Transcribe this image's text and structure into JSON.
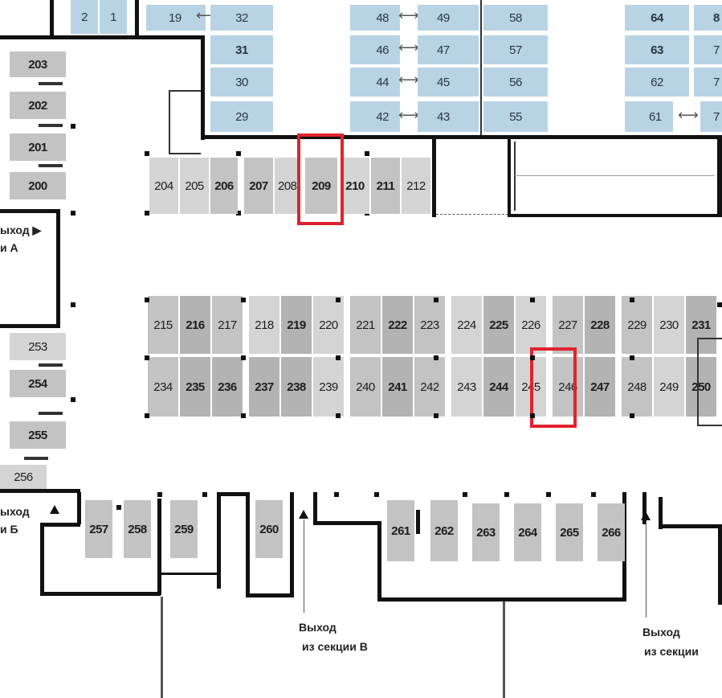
{
  "spots_top_blue": [
    {
      "label": "2"
    },
    {
      "label": "1"
    },
    {
      "label": "19"
    },
    {
      "label": "32"
    },
    {
      "label": "31"
    },
    {
      "label": "30"
    },
    {
      "label": "29"
    },
    {
      "label": "48"
    },
    {
      "label": "49"
    },
    {
      "label": "46"
    },
    {
      "label": "47"
    },
    {
      "label": "44"
    },
    {
      "label": "45"
    },
    {
      "label": "42"
    },
    {
      "label": "43"
    },
    {
      "label": "58"
    },
    {
      "label": "57"
    },
    {
      "label": "56"
    },
    {
      "label": "55"
    },
    {
      "label": "64"
    },
    {
      "label": "8"
    },
    {
      "label": "63"
    },
    {
      "label": "7"
    },
    {
      "label": "62"
    },
    {
      "label": "7"
    },
    {
      "label": "61"
    },
    {
      "label": "7"
    }
  ],
  "spots_left": [
    "203",
    "202",
    "201",
    "200",
    "253",
    "254",
    "255",
    "256"
  ],
  "row_204": [
    "204",
    "205",
    "206",
    "207",
    "208",
    "209",
    "210",
    "211",
    "212"
  ],
  "row_215": [
    "215",
    "216",
    "217",
    "218",
    "219",
    "220",
    "221",
    "222",
    "223",
    "224",
    "225",
    "226",
    "227",
    "228",
    "229",
    "230",
    "231"
  ],
  "row_234": [
    "234",
    "235",
    "236",
    "237",
    "238",
    "239",
    "240",
    "241",
    "242",
    "243",
    "244",
    "245",
    "246",
    "247",
    "248",
    "249",
    "250"
  ],
  "row_257": [
    "257",
    "258",
    "259",
    "260",
    "261",
    "262",
    "263",
    "264",
    "265",
    "266"
  ],
  "labels": {
    "exit_a_1": "ыход ▶",
    "exit_a_2": "и А",
    "exit_b_1": "ыход",
    "exit_b_2": "и Б",
    "exit_v_1": "Выход",
    "exit_v_2": "из секции В",
    "exit_g_1": "Выход",
    "exit_g_2": "из секции"
  },
  "highlighted": [
    "209",
    "246"
  ],
  "colors": {
    "highlight": "#e0232c",
    "blue_spot": "#b8d3e4",
    "wall": "#111111"
  },
  "icons": {
    "exchange": "double-arrow-icon",
    "exit": "exit-triangle-icon"
  }
}
